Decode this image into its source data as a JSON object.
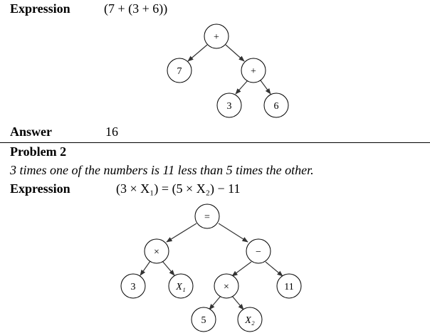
{
  "problem1": {
    "expression_label": "Expression",
    "expression": "(7 + (3 + 6))",
    "tree": {
      "root": "+",
      "left": "7",
      "right": "+",
      "right_left": "3",
      "right_right": "6"
    },
    "answer_label": "Answer",
    "answer": "16"
  },
  "problem2": {
    "title": "Problem 2",
    "statement": "3 times one of the numbers is 11 less than 5 times the other.",
    "expression_label": "Expression",
    "expression": "(3 × X₁) = (5 × X₂) − 11",
    "tree": {
      "root": "=",
      "left": "×",
      "right": "−",
      "left_left": "3",
      "left_right": "X₁",
      "right_left": "×",
      "right_right": "11",
      "right_left_left": "5",
      "right_left_right": "X₂"
    }
  }
}
